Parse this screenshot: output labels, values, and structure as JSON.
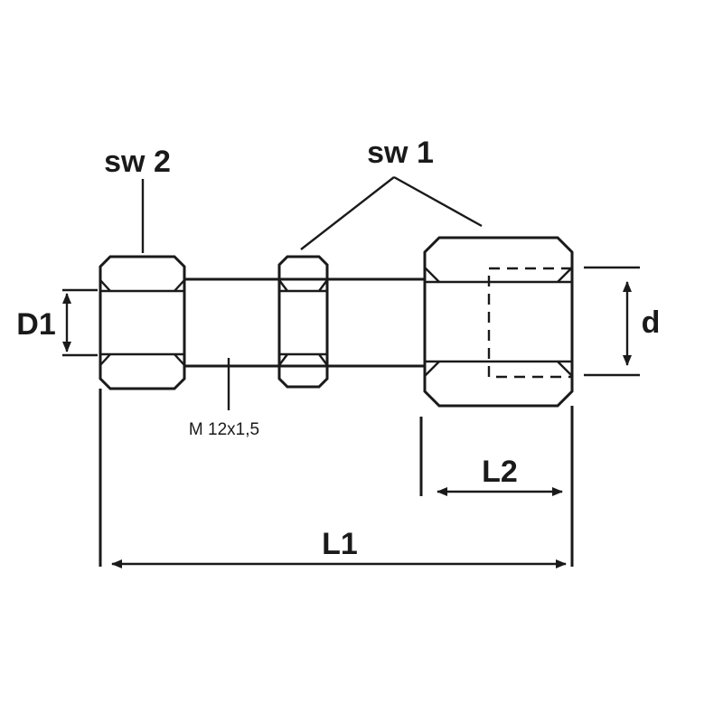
{
  "labels": {
    "sw2": "sw 2",
    "sw1": "sw 1",
    "d1": "D1",
    "d": "d",
    "thread": "M 12x1,5",
    "l2": "L2",
    "l1": "L1"
  },
  "colors": {
    "line": "#1a1a1a",
    "background": "#ffffff"
  }
}
